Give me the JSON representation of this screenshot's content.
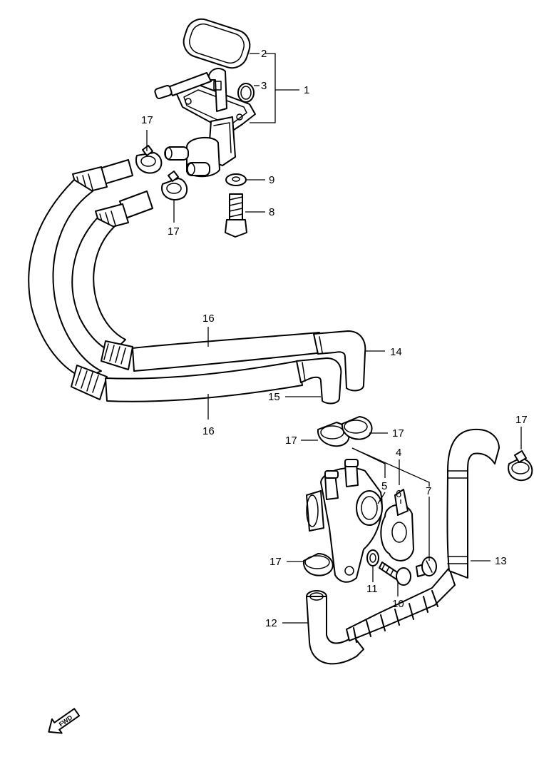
{
  "diagram": {
    "callouts": {
      "c1": "1",
      "c2": "2",
      "c3": "3",
      "c4": "4",
      "c5": "5",
      "c6": "6",
      "c7": "7",
      "c8": "8",
      "c9": "9",
      "c10": "10",
      "c11": "11",
      "c12": "12",
      "c13": "13",
      "c14": "14",
      "c15": "15",
      "c16a": "16",
      "c16b": "16",
      "c17a": "17",
      "c17b": "17",
      "c17c": "17",
      "c17d": "17",
      "c17e": "17",
      "c17f": "17"
    },
    "fwd_label": "FWD"
  }
}
